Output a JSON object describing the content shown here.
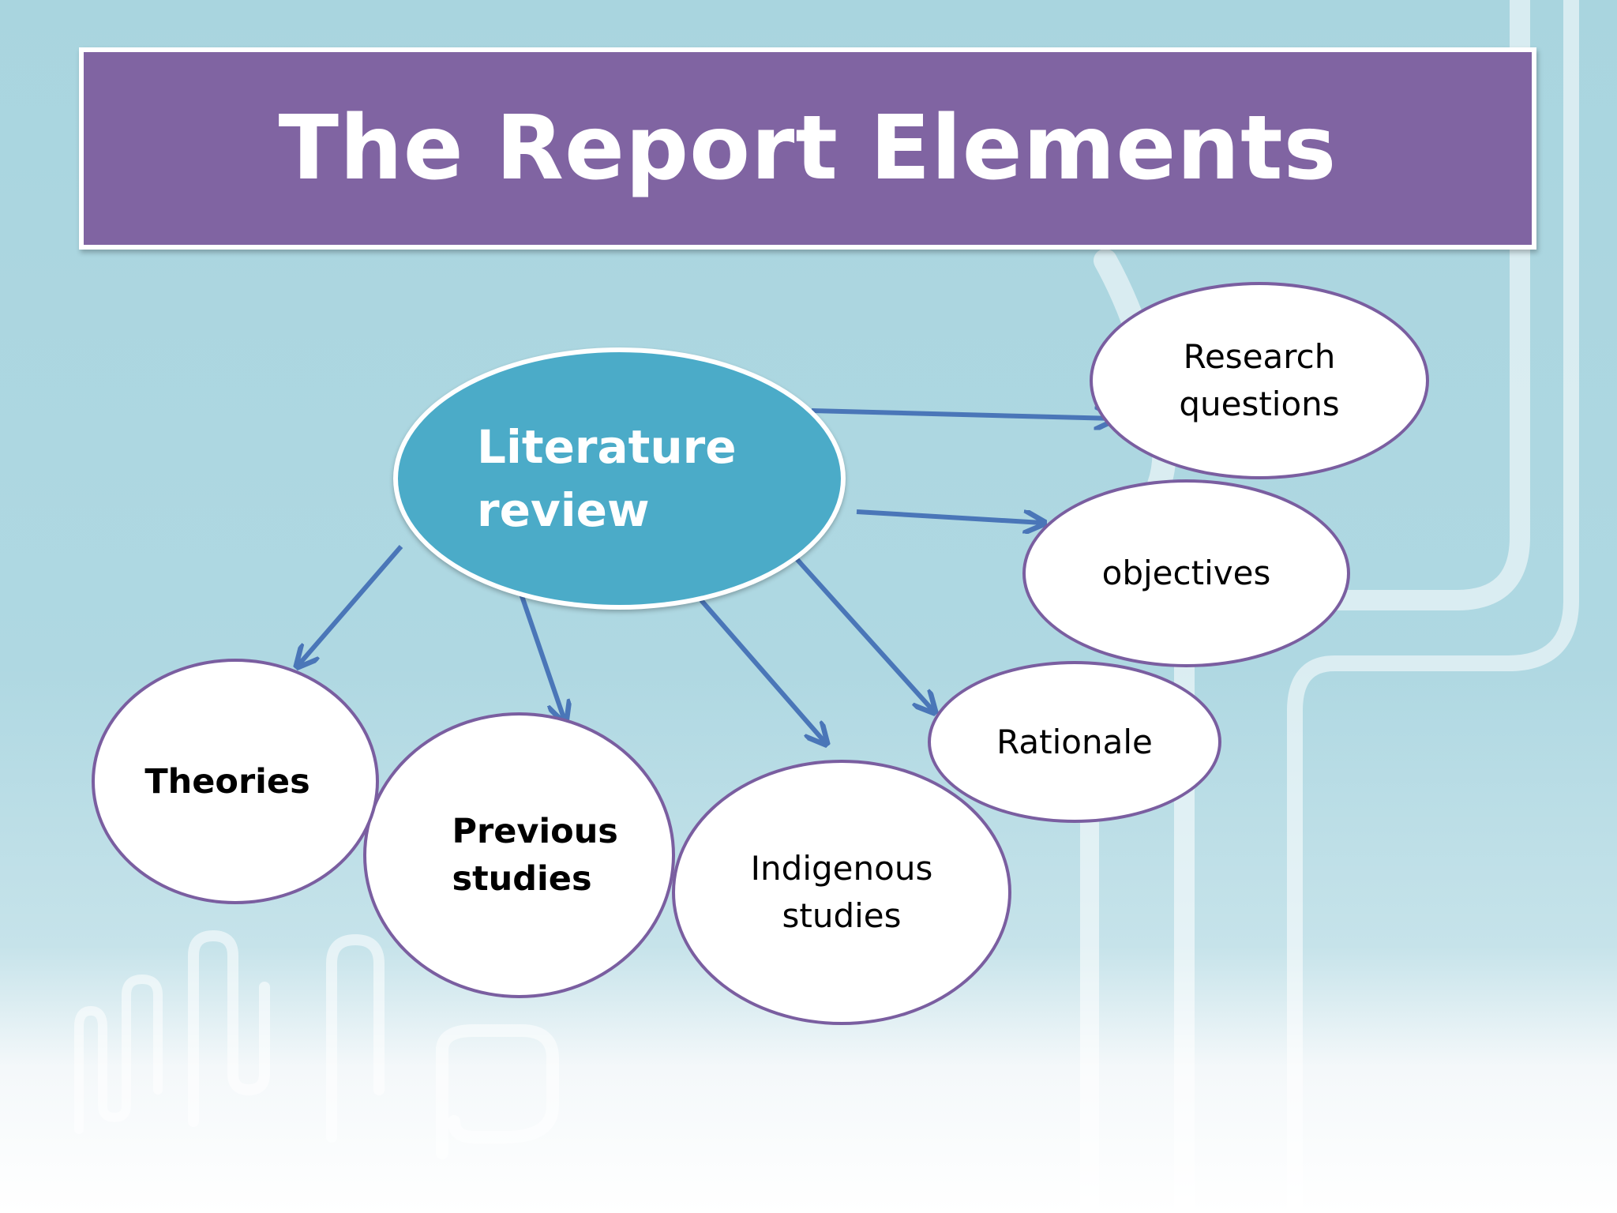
{
  "title": "The Report Elements",
  "colors": {
    "title_bar": "#8064a2",
    "main_node": "#4babc8",
    "node_border": "#7a5ea0",
    "arrow": "#4a76b8"
  },
  "diagram": {
    "center": "Literature review",
    "branches": [
      "Research questions",
      "objectives",
      "Rationale",
      "Indigenous studies",
      "Previous studies",
      "Theories"
    ]
  }
}
